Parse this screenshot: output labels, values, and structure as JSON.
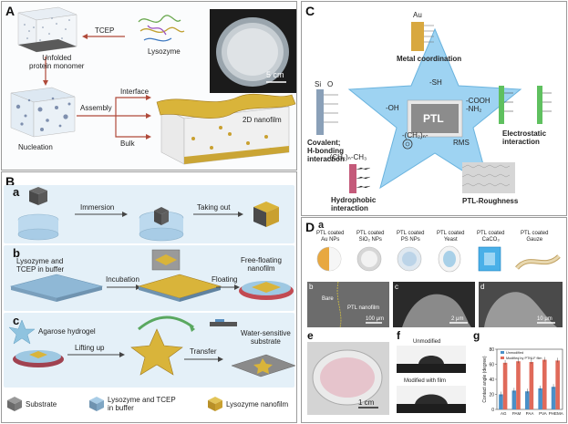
{
  "panelA": {
    "label": "A",
    "tcep": "TCEP",
    "unfolded": "Unfolded\nprotein monomer",
    "lysozyme": "Lysozyme",
    "scale": "5 cm",
    "nucleation": "Nucleation",
    "assembly": "Assembly",
    "interface": "Interface",
    "bulk": "Bulk",
    "nanofilm": "2D nanofilm"
  },
  "panelB": {
    "label": "B",
    "a": {
      "label": "a",
      "immersion": "Immersion",
      "taking_out": "Taking out"
    },
    "b": {
      "label": "b",
      "buffer": "Lysozyme and\nTCEP in buffer",
      "incubation": "Incubation",
      "floating": "Floating",
      "free": "Free-floating\nnanofilm"
    },
    "c": {
      "label": "c",
      "agarose": "Agarose hydrogel",
      "lifting": "Lifting up",
      "transfer": "Transfer",
      "water": "Water-sensitive\nsubstrate"
    },
    "legend": [
      {
        "label": "Substrate",
        "color": "#8a8a8a"
      },
      {
        "label": "Lysozyme and TCEP\nin buffer",
        "color": "#7fb4d6"
      },
      {
        "label": "Lysozyme nanofilm",
        "color": "#d9b43a"
      }
    ]
  },
  "panelC": {
    "label": "C",
    "au": "Au",
    "metal": "Metal coordination",
    "si": "Si",
    "o": "O",
    "covalent": "Covalent;\nH-bonding\ninteraction",
    "electrostatic": "Electrostatic\ninteraction",
    "hydrophobic": "Hydrophobic\ninteraction",
    "roughness": "PTL-Roughness",
    "center": "PTL",
    "groups": {
      "sh": "-SH",
      "oh": "-OH",
      "cooh": "-COOH\n-NH₂",
      "ch2": "-(CH₂)ₙ-",
      "rms": "RMS",
      "alkyl": "-(CH₂)ₙ-CH₃"
    }
  },
  "panelD": {
    "label": "D",
    "a_label": "a",
    "coated": [
      "PTL coated\nAu NPs",
      "PTL coated\nSiO₂ NPs",
      "PTL coated\nPS NPs",
      "PTL coated\nYeast",
      "PTL coated\nCaCO₃",
      "PTL coated\nGauze"
    ],
    "b_label": "b",
    "c_label": "c",
    "d_label": "d",
    "bare": "Bare",
    "ptl_film": "PTL nanofilm",
    "scale_b": "100 μm",
    "scale_c": "2 μm",
    "scale_d": "10 μm",
    "e_label": "e",
    "scale_e": "1 cm",
    "f_label": "f",
    "unmodified": "Unmodified",
    "modified": "Modified with film",
    "g_label": "g",
    "chart_data": {
      "type": "bar",
      "ylabel": "Contact angle (degree)",
      "categories": [
        "AG",
        "PAM",
        "PAA",
        "PVA",
        "PHEMA"
      ],
      "series": [
        {
          "name": "Unmodified",
          "values": [
            20,
            25,
            24,
            28,
            30
          ],
          "color": "#4a90c8"
        },
        {
          "name": "Modified by PTNLF film",
          "values": [
            62,
            64,
            63,
            66,
            65
          ],
          "color": "#e06a5a"
        }
      ],
      "ylim": [
        0,
        80
      ],
      "yticks": [
        0,
        20,
        40,
        60,
        80
      ]
    }
  }
}
